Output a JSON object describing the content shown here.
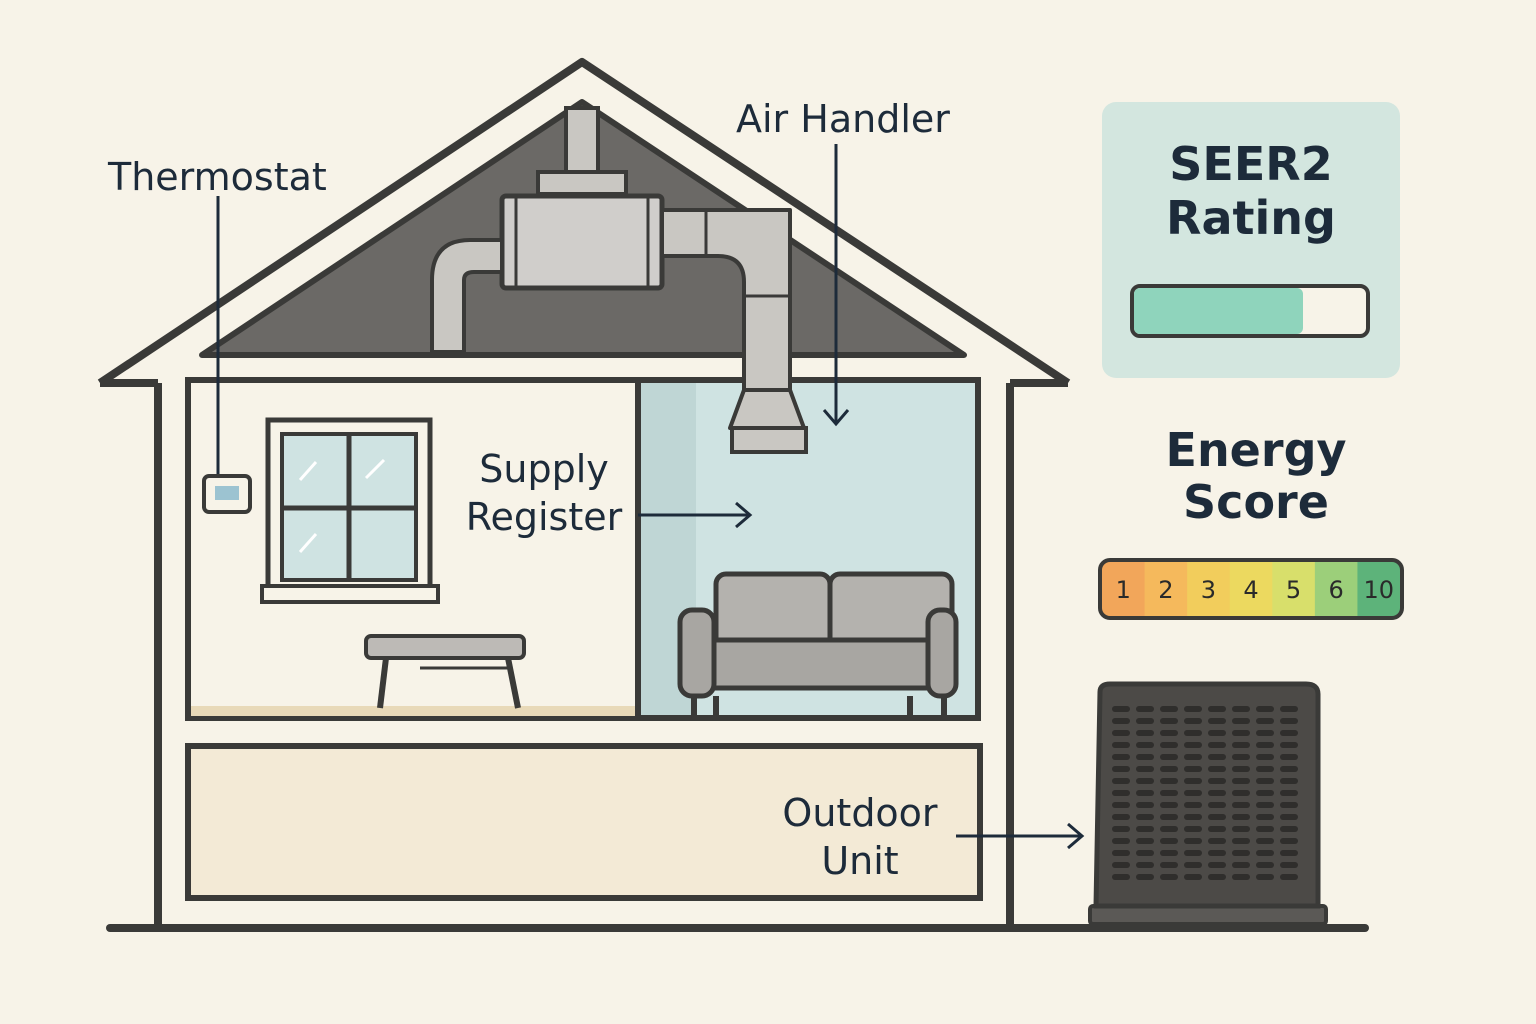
{
  "labels": {
    "thermostat": "Thermostat",
    "air_handler": "Air Handler",
    "supply_register": [
      "Supply",
      "Register"
    ],
    "outdoor_unit": [
      "Outdoor",
      "Unit"
    ]
  },
  "seer2_panel": {
    "title": [
      "SEER2",
      "Rating"
    ],
    "level": 0.73,
    "fill_color": "#8fd4bc"
  },
  "energy_score": {
    "title": [
      "Energy",
      "Score"
    ],
    "segments": [
      {
        "label": "1",
        "color": "#f2a65a"
      },
      {
        "label": "2",
        "color": "#f5b95c"
      },
      {
        "label": "3",
        "color": "#f2cd5c"
      },
      {
        "label": "4",
        "color": "#ecd95f"
      },
      {
        "label": "5",
        "color": "#d8df6b"
      },
      {
        "label": "6",
        "color": "#9ccf7a"
      },
      {
        "label": "10",
        "color": "#5db37a"
      }
    ]
  },
  "colors": {
    "background": "#f7f3e8",
    "outline": "#3a3a38",
    "attic": "#6b6966",
    "duct": "#c9c7c2",
    "room_blue": "#cfe3e2",
    "panel_bg": "#d3e6df"
  }
}
